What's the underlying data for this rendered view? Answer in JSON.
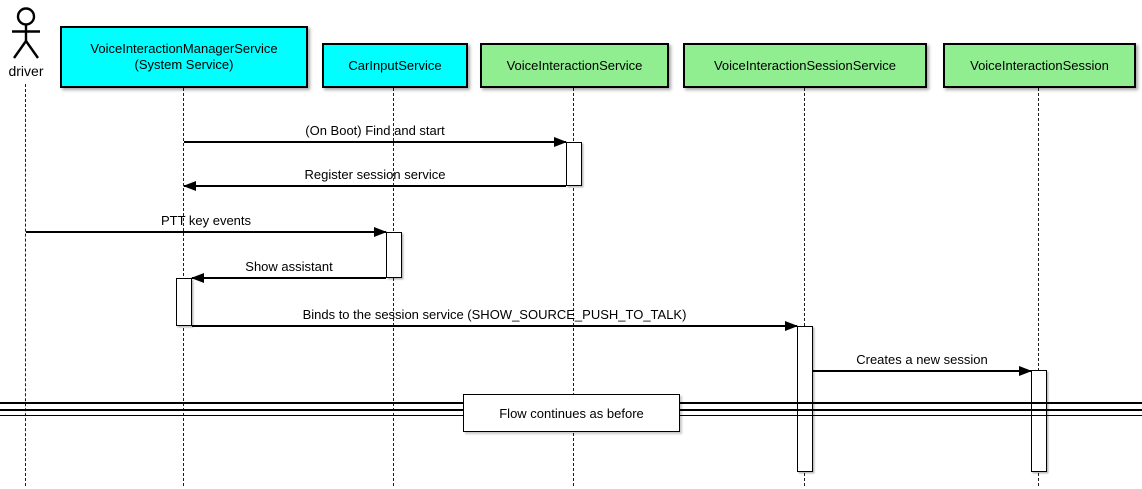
{
  "colors": {
    "participant_cyan": "#00FFFF",
    "participant_green": "#90EE90",
    "line": "#000000",
    "background": "#FFFFFF"
  },
  "actor": {
    "label": "driver",
    "icon": "stick-figure"
  },
  "participants": [
    {
      "id": "voice-interaction-manager-service",
      "label": "VoiceInteractionManagerService\n(System Service)",
      "color": "#00FFFF"
    },
    {
      "id": "car-input-service",
      "label": "CarInputService",
      "color": "#00FFFF"
    },
    {
      "id": "voice-interaction-service",
      "label": "VoiceInteractionService",
      "color": "#90EE90"
    },
    {
      "id": "voice-interaction-session-service",
      "label": "VoiceInteractionSessionService",
      "color": "#90EE90"
    },
    {
      "id": "voice-interaction-session",
      "label": "VoiceInteractionSession",
      "color": "#90EE90"
    }
  ],
  "messages": [
    {
      "label": "(On Boot) Find and start",
      "from": "voice-interaction-manager-service",
      "to": "voice-interaction-service",
      "direction": "right"
    },
    {
      "label": "Register session service",
      "from": "voice-interaction-service",
      "to": "voice-interaction-manager-service",
      "direction": "left"
    },
    {
      "label": "PTT key events",
      "from": "driver",
      "to": "car-input-service",
      "direction": "right"
    },
    {
      "label": "Show assistant",
      "from": "car-input-service",
      "to": "voice-interaction-manager-service",
      "direction": "left"
    },
    {
      "label": "Binds to the session service (SHOW_SOURCE_PUSH_TO_TALK)",
      "from": "voice-interaction-manager-service",
      "to": "voice-interaction-session-service",
      "direction": "right"
    },
    {
      "label": "Creates a new session",
      "from": "voice-interaction-session-service",
      "to": "voice-interaction-session",
      "direction": "right"
    }
  ],
  "divider": {
    "label": "Flow continues as before"
  }
}
